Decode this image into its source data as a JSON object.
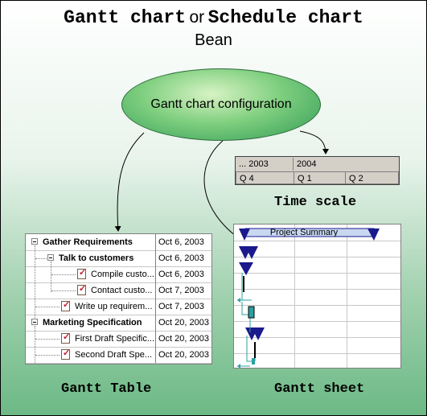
{
  "title": {
    "part1": "Gantt chart",
    "part2": "or",
    "part3": "Schedule chart",
    "subtitle": "Bean"
  },
  "center_node": "Gantt chart configuration",
  "time_scale": {
    "top_row": [
      "... 2003",
      "2004"
    ],
    "bottom_row": [
      "Q 4",
      "Q 1",
      "Q 2"
    ],
    "caption": "Time scale"
  },
  "gantt_table": {
    "caption": "Gantt Table",
    "rows": [
      {
        "name": "Gather Requirements",
        "date": "Oct 6, 2003",
        "bold": true
      },
      {
        "name": "Talk to customers",
        "date": "Oct 6, 2003",
        "bold": true
      },
      {
        "name": "Compile custo...",
        "date": "Oct 6, 2003",
        "bold": false
      },
      {
        "name": "Contact custo...",
        "date": "Oct 7, 2003",
        "bold": false
      },
      {
        "name": "Write up requirem...",
        "date": "Oct 7, 2003",
        "bold": false
      },
      {
        "name": "Marketing Specification",
        "date": "Oct 20, 2003",
        "bold": true
      },
      {
        "name": "First Draft Specific...",
        "date": "Oct 20, 2003",
        "bold": false
      },
      {
        "name": "Second Draft Spe...",
        "date": "Oct 20, 2003",
        "bold": false
      }
    ]
  },
  "gantt_sheet": {
    "caption": "Gantt sheet",
    "summary_label": "Project Summary"
  },
  "colors": {
    "summary_bar": "#1a1a8c",
    "summary_fill": "#c8d8f0",
    "link_line": "#2aa0a0",
    "ellipse_dark": "#2f9a55"
  }
}
